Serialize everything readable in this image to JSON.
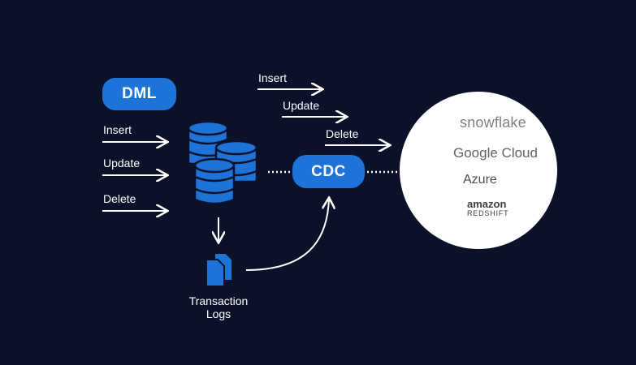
{
  "dml_label": "DML",
  "cdc_label": "CDC",
  "left_ops": [
    "Insert",
    "Update",
    "Delete"
  ],
  "right_ops": [
    "Insert",
    "Update",
    "Delete"
  ],
  "logs": {
    "line1": "Transaction",
    "line2": "Logs"
  },
  "destinations": {
    "snowflake": "snowflake",
    "google_cloud": "Google Cloud",
    "azure": "Azure",
    "amazon": "amazon",
    "redshift": "REDSHIFT"
  },
  "colors": {
    "background": "#0b1129",
    "accent": "#1e73d8",
    "line": "#ffffff",
    "circle": "#ffffff"
  }
}
